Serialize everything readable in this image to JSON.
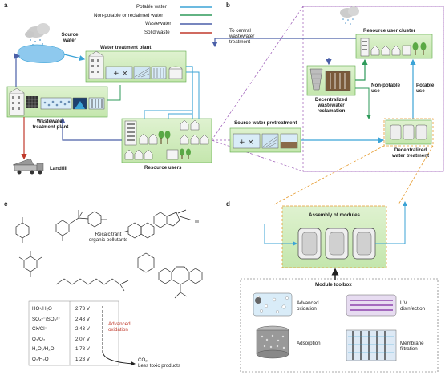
{
  "panels": {
    "a": "a",
    "b": "b",
    "c": "c",
    "d": "d"
  },
  "legend": {
    "potable": {
      "label": "Potable water",
      "color": "#3ba3d6"
    },
    "nonpotable": {
      "label": "Non-potable or reclaimed water",
      "color": "#2e9a5a"
    },
    "wastewater": {
      "label": "Wastewater",
      "color": "#4a5fa8"
    },
    "solid": {
      "label": "Solid waste",
      "color": "#c0392b"
    }
  },
  "panel_a": {
    "source_water": "Source\nwater",
    "water_treatment_plant": "Water treatment plant",
    "wastewater_treatment_plant": "Wastewater\ntreatment plant",
    "resource_users": "Resource users",
    "landfill": "Landfill"
  },
  "panel_b": {
    "to_central": "To central\nwastewater\ntreatment",
    "resource_user_cluster": "Resource user cluster",
    "decentralized_reclamation": "Decentralized\nwastewater\nreclamation",
    "nonpotable_use": "Non-potable\nuse",
    "potable_use": "Potable\nuse",
    "source_pretreatment": "Source water pretreatment",
    "decentralized_treatment": "Decentralized\nwater treatment"
  },
  "panel_c": {
    "recalcitrant": "Recalcitrant\norganic pollutants",
    "advanced_oxidation": "Advanced\noxidation",
    "products": "CO₂\nLess toxic products",
    "couples": [
      "HO•/H₂O",
      "SO₄•⁻/SO₄²⁻",
      "Cl•/Cl⁻",
      "O₃/O₂",
      "H₂O₂/H₂O",
      "O₂/H₂O"
    ],
    "potentials": [
      "2.73 V",
      "2.43 V",
      "2.43 V",
      "2.07 V",
      "1.78 V",
      "1.23 V"
    ]
  },
  "panel_d": {
    "assembly": "Assembly of modules",
    "toolbox": "Module toolbox",
    "advanced_oxidation": "Advanced\noxidation",
    "uv": "UV\ndisinfection",
    "adsorption": "Adsorption",
    "membrane": "Membrane\nfiltration"
  }
}
